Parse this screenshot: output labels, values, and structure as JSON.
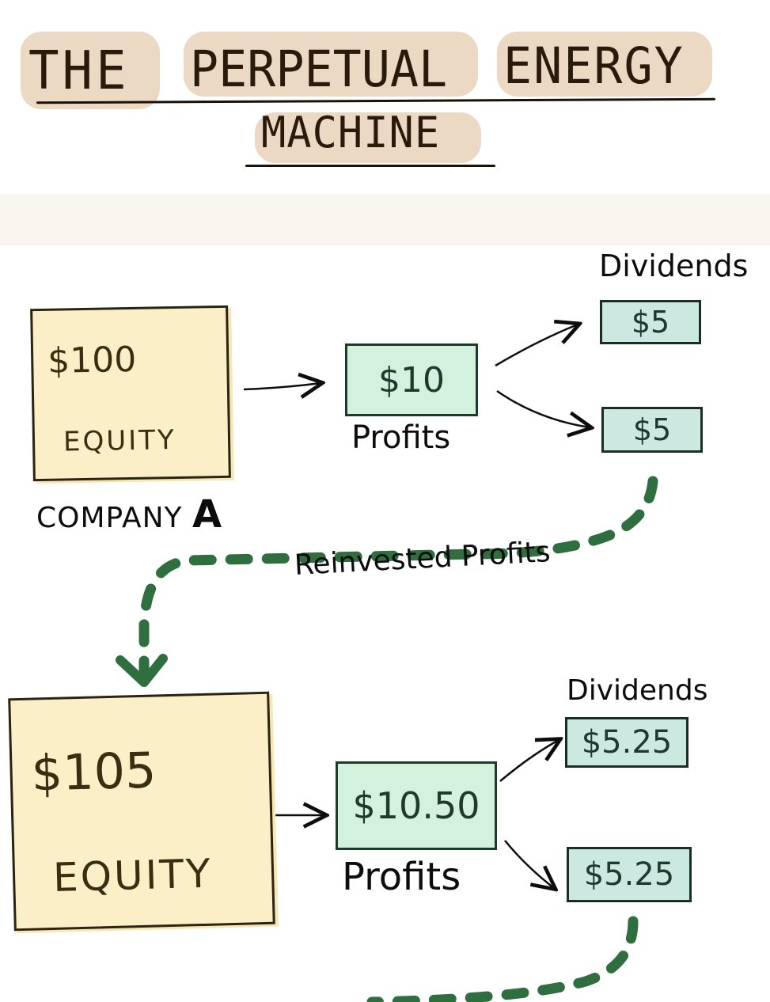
{
  "title": {
    "line1_words": [
      "THE",
      "PERPETUAL",
      "ENERGY"
    ],
    "line2": "MACHINE",
    "highlight_color": "#ecd9c4"
  },
  "colors": {
    "equity_fill": "#faefc6",
    "profit_fill": "#d3f2dd",
    "dividend_fill": "#cbe8e1",
    "reinvest_arrow": "#2f6e3e",
    "band": "#f8f5ee"
  },
  "stage1": {
    "equity_amount": "$100",
    "equity_label": "EQUITY",
    "company_label": "COMPANY",
    "company_letter": "A",
    "profit_amount": "$10",
    "profit_label": "Profits",
    "dividends_label": "Dividends",
    "dividend_top": "$5",
    "dividend_bottom": "$5"
  },
  "reinvest_label": "Reinvested Profits",
  "stage2": {
    "equity_amount": "$105",
    "equity_label": "EQUITY",
    "profit_amount": "$10.50",
    "profit_label": "Profits",
    "dividends_label": "Dividends",
    "dividend_top": "$5.25",
    "dividend_bottom": "$5.25"
  }
}
